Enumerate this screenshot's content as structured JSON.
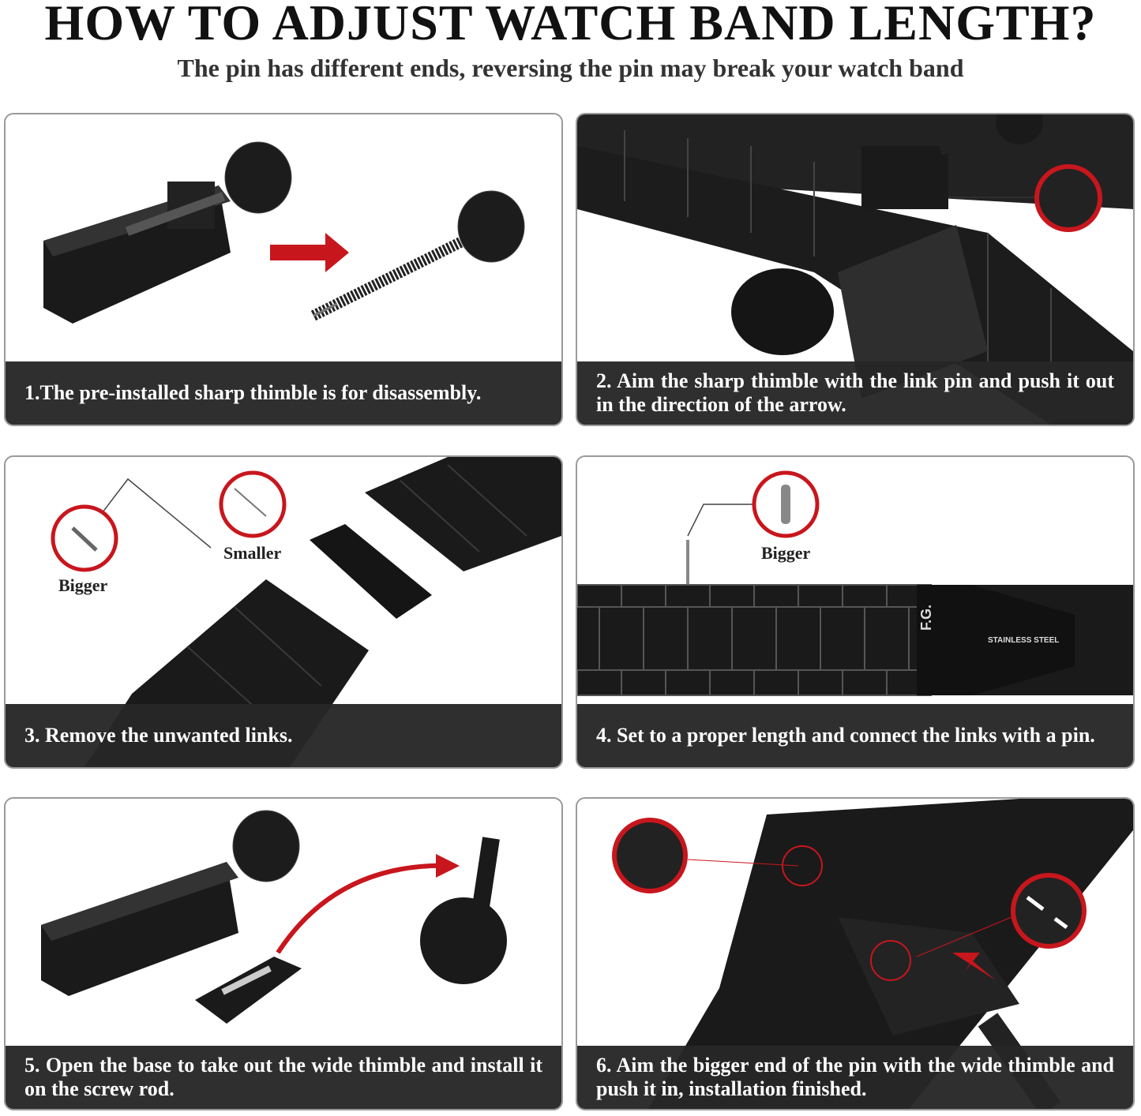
{
  "header": {
    "title": "HOW TO ADJUST WATCH BAND LENGTH?",
    "subtitle": "The pin has different ends, reversing the pin may break your watch band"
  },
  "steps": [
    {
      "caption": "1.The pre-installed sharp thimble is for disassembly."
    },
    {
      "caption": "2. Aim the sharp thimble with the link pin and push it out in the direction of the arrow."
    },
    {
      "caption": "3. Remove the unwanted links.",
      "labels": {
        "bigger": "Bigger",
        "smaller": "Smaller"
      }
    },
    {
      "caption": "4. Set to a proper length and connect the links with a pin.",
      "labels": {
        "bigger": "Bigger",
        "brand": "F.G.",
        "clasp": "STAINLESS STEEL"
      }
    },
    {
      "caption": "5. Open the base to take out the wide thimble and install it on the screw rod."
    },
    {
      "caption": "6. Aim the bigger end of the pin with the wide thimble and push it in, installation finished."
    }
  ],
  "colors": {
    "accent": "#c8161d",
    "caption_bg": "#262626",
    "metal": "#1c1c1c"
  }
}
